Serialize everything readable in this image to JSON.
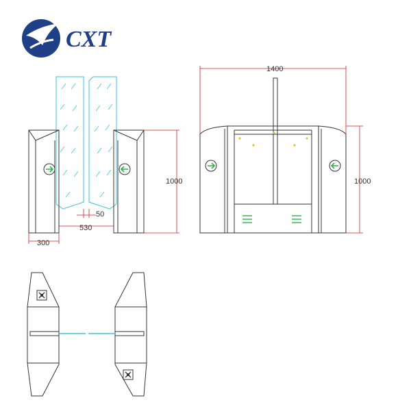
{
  "brand": {
    "name": "CXT",
    "color": "#1f3f86",
    "accent": "#ffffff"
  },
  "colors": {
    "outline": "#333333",
    "dimension": "#cc2222",
    "glass": "#39c4d8",
    "indicator_green": "#2bb34a",
    "indicator_yellow": "#e6c229"
  },
  "side_view": {
    "dim_height": "1000",
    "dim_gap": "530",
    "dim_width": "300",
    "dim_glass_gap": "50"
  },
  "front_view": {
    "dim_width": "1400",
    "dim_height": "1000"
  },
  "icons": {
    "entry_arrow": "green-arrow-right-icon",
    "exit_arrow": "green-arrow-left-icon",
    "vent": "vent-grille-icon",
    "fan": "fan-icon"
  }
}
